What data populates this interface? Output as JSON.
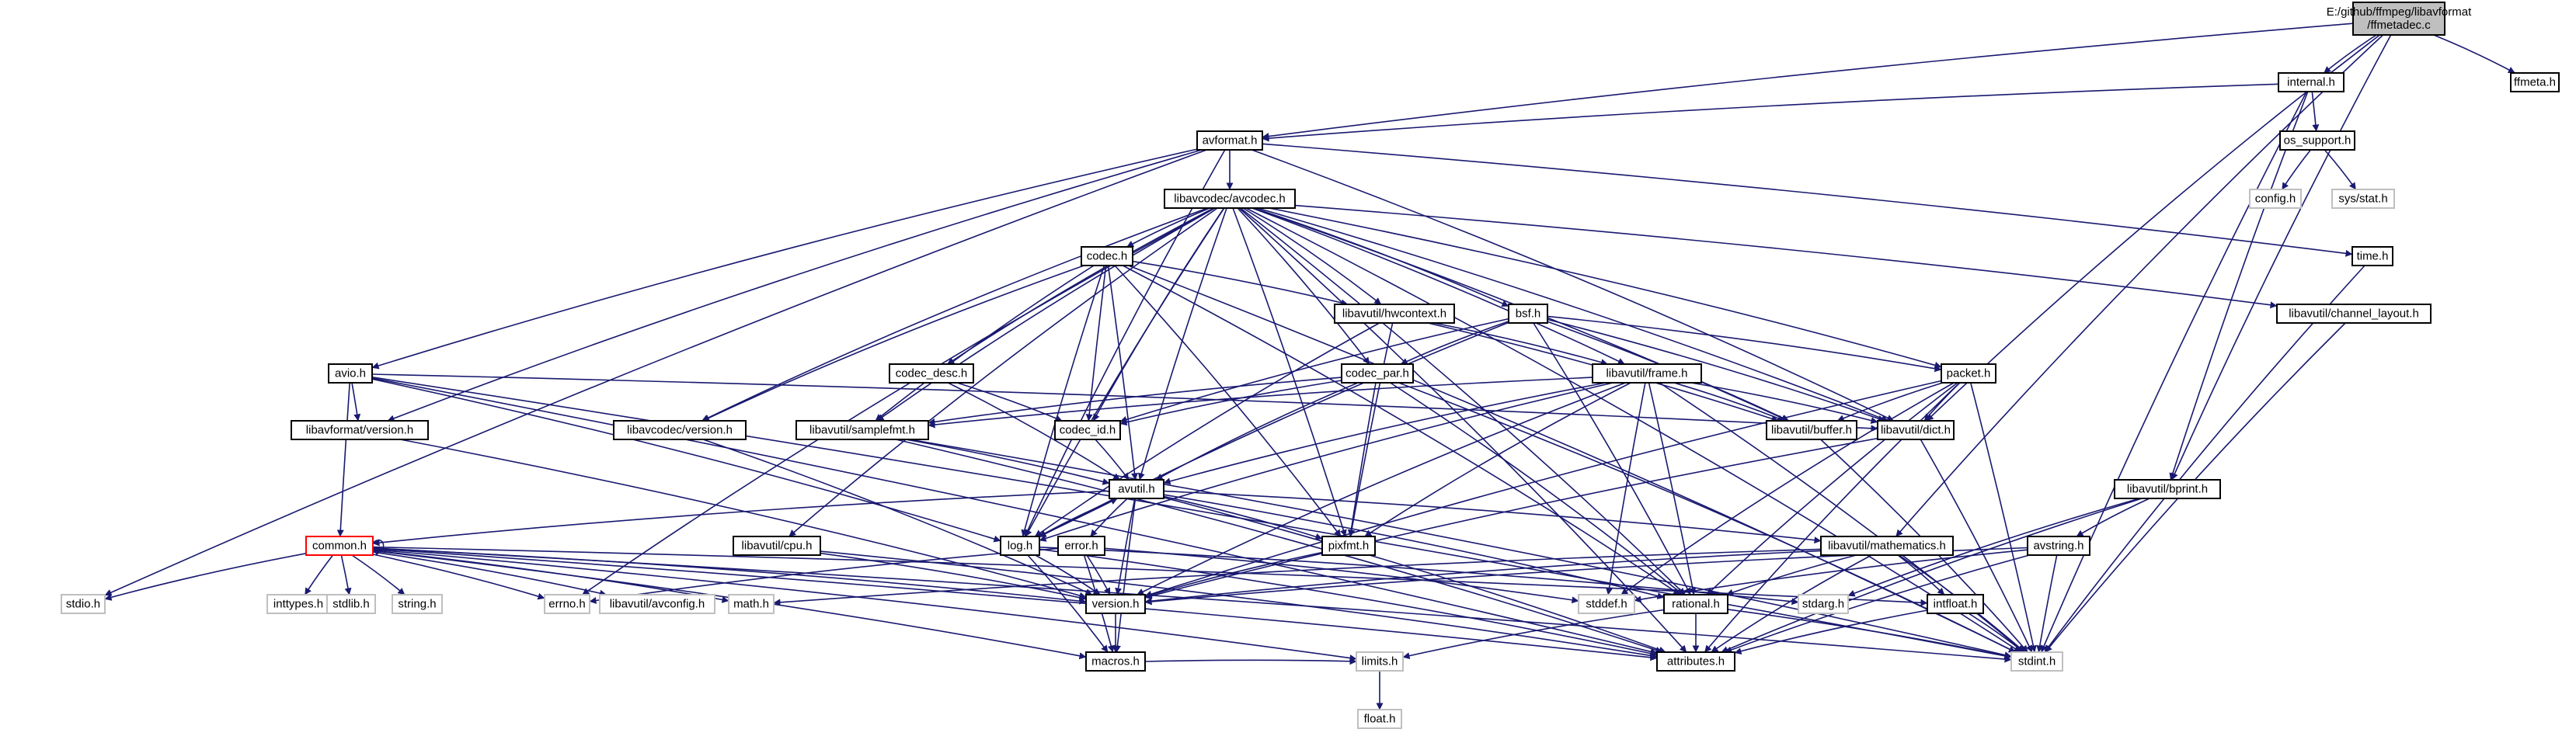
{
  "colors": {
    "edge": "#191970",
    "node_fill": "#ffffff",
    "node_border": "#000000",
    "root_fill": "#bfbfbf",
    "system_border": "#bfbfbf",
    "cycle_border": "#ff0000",
    "text": "#000000"
  },
  "nodes": [
    {
      "id": "root",
      "lines": [
        "E:/github/ffmpeg/libavformat",
        "/ffmetadec.c"
      ],
      "kind": "root"
    },
    {
      "id": "internal",
      "lines": [
        "internal.h"
      ],
      "kind": "normal"
    },
    {
      "id": "ffmeta",
      "lines": [
        "ffmeta.h"
      ],
      "kind": "normal"
    },
    {
      "id": "avformat",
      "lines": [
        "avformat.h"
      ],
      "kind": "normal"
    },
    {
      "id": "os_support",
      "lines": [
        "os_support.h"
      ],
      "kind": "normal"
    },
    {
      "id": "config",
      "lines": [
        "config.h"
      ],
      "kind": "system"
    },
    {
      "id": "sys_stat",
      "lines": [
        "sys/stat.h"
      ],
      "kind": "system"
    },
    {
      "id": "avcodec",
      "lines": [
        "libavcodec/avcodec.h"
      ],
      "kind": "normal"
    },
    {
      "id": "time",
      "lines": [
        "time.h"
      ],
      "kind": "normal"
    },
    {
      "id": "codec",
      "lines": [
        "codec.h"
      ],
      "kind": "normal"
    },
    {
      "id": "channel_layout",
      "lines": [
        "libavutil/channel_layout.h"
      ],
      "kind": "normal"
    },
    {
      "id": "hwcontext",
      "lines": [
        "libavutil/hwcontext.h"
      ],
      "kind": "normal"
    },
    {
      "id": "bsf",
      "lines": [
        "bsf.h"
      ],
      "kind": "normal"
    },
    {
      "id": "avio",
      "lines": [
        "avio.h"
      ],
      "kind": "normal"
    },
    {
      "id": "codec_desc",
      "lines": [
        "codec_desc.h"
      ],
      "kind": "normal"
    },
    {
      "id": "codec_par",
      "lines": [
        "codec_par.h"
      ],
      "kind": "normal"
    },
    {
      "id": "frame",
      "lines": [
        "libavutil/frame.h"
      ],
      "kind": "normal"
    },
    {
      "id": "packet",
      "lines": [
        "packet.h"
      ],
      "kind": "normal"
    },
    {
      "id": "lavf_version",
      "lines": [
        "libavformat/version.h"
      ],
      "kind": "normal"
    },
    {
      "id": "lavc_version",
      "lines": [
        "libavcodec/version.h"
      ],
      "kind": "normal"
    },
    {
      "id": "codec_id",
      "lines": [
        "codec_id.h"
      ],
      "kind": "normal"
    },
    {
      "id": "samplefmt",
      "lines": [
        "libavutil/samplefmt.h"
      ],
      "kind": "normal"
    },
    {
      "id": "buffer",
      "lines": [
        "libavutil/buffer.h"
      ],
      "kind": "normal"
    },
    {
      "id": "dict",
      "lines": [
        "libavutil/dict.h"
      ],
      "kind": "normal"
    },
    {
      "id": "avutil",
      "lines": [
        "avutil.h"
      ],
      "kind": "normal"
    },
    {
      "id": "bprint",
      "lines": [
        "libavutil/bprint.h"
      ],
      "kind": "normal"
    },
    {
      "id": "common",
      "lines": [
        "common.h"
      ],
      "kind": "cycle"
    },
    {
      "id": "cpu",
      "lines": [
        "libavutil/cpu.h"
      ],
      "kind": "normal"
    },
    {
      "id": "log",
      "lines": [
        "log.h"
      ],
      "kind": "normal"
    },
    {
      "id": "error",
      "lines": [
        "error.h"
      ],
      "kind": "normal"
    },
    {
      "id": "pixfmt",
      "lines": [
        "pixfmt.h"
      ],
      "kind": "normal"
    },
    {
      "id": "mathematics",
      "lines": [
        "libavutil/mathematics.h"
      ],
      "kind": "normal"
    },
    {
      "id": "avstring",
      "lines": [
        "avstring.h"
      ],
      "kind": "normal"
    },
    {
      "id": "stdio",
      "lines": [
        "stdio.h"
      ],
      "kind": "system"
    },
    {
      "id": "inttypes",
      "lines": [
        "inttypes.h"
      ],
      "kind": "system"
    },
    {
      "id": "stdlib",
      "lines": [
        "stdlib.h"
      ],
      "kind": "system"
    },
    {
      "id": "string",
      "lines": [
        "string.h"
      ],
      "kind": "system"
    },
    {
      "id": "errno",
      "lines": [
        "errno.h"
      ],
      "kind": "system"
    },
    {
      "id": "avconfig",
      "lines": [
        "libavutil/avconfig.h"
      ],
      "kind": "system"
    },
    {
      "id": "math",
      "lines": [
        "math.h"
      ],
      "kind": "system"
    },
    {
      "id": "version",
      "lines": [
        "version.h"
      ],
      "kind": "normal"
    },
    {
      "id": "stddef",
      "lines": [
        "stddef.h"
      ],
      "kind": "system"
    },
    {
      "id": "rational",
      "lines": [
        "rational.h"
      ],
      "kind": "normal"
    },
    {
      "id": "stdarg",
      "lines": [
        "stdarg.h"
      ],
      "kind": "system"
    },
    {
      "id": "intfloat",
      "lines": [
        "intfloat.h"
      ],
      "kind": "normal"
    },
    {
      "id": "stdint",
      "lines": [
        "stdint.h"
      ],
      "kind": "system"
    },
    {
      "id": "macros",
      "lines": [
        "macros.h"
      ],
      "kind": "normal"
    },
    {
      "id": "limits",
      "lines": [
        "limits.h"
      ],
      "kind": "system"
    },
    {
      "id": "attributes",
      "lines": [
        "attributes.h"
      ],
      "kind": "normal"
    },
    {
      "id": "float",
      "lines": [
        "float.h"
      ],
      "kind": "system"
    }
  ],
  "edges": [
    [
      "root",
      "internal"
    ],
    [
      "root",
      "ffmeta"
    ],
    [
      "root",
      "avformat"
    ],
    [
      "root",
      "dict"
    ],
    [
      "root",
      "bprint"
    ],
    [
      "root",
      "mathematics"
    ],
    [
      "internal",
      "avformat"
    ],
    [
      "internal",
      "os_support"
    ],
    [
      "internal",
      "bprint"
    ],
    [
      "internal",
      "stdint"
    ],
    [
      "os_support",
      "config"
    ],
    [
      "os_support",
      "sys_stat"
    ],
    [
      "avformat",
      "avcodec"
    ],
    [
      "avformat",
      "time"
    ],
    [
      "avformat",
      "stdio"
    ],
    [
      "avformat",
      "avio"
    ],
    [
      "avformat",
      "lavf_version"
    ],
    [
      "avformat",
      "dict"
    ],
    [
      "avformat",
      "log"
    ],
    [
      "avcodec",
      "codec"
    ],
    [
      "avcodec",
      "channel_layout"
    ],
    [
      "avcodec",
      "hwcontext"
    ],
    [
      "avcodec",
      "bsf"
    ],
    [
      "avcodec",
      "codec_desc"
    ],
    [
      "avcodec",
      "codec_par"
    ],
    [
      "avcodec",
      "frame"
    ],
    [
      "avcodec",
      "packet"
    ],
    [
      "avcodec",
      "lavc_version"
    ],
    [
      "avcodec",
      "codec_id"
    ],
    [
      "avcodec",
      "samplefmt"
    ],
    [
      "avcodec",
      "buffer"
    ],
    [
      "avcodec",
      "dict"
    ],
    [
      "avcodec",
      "avutil"
    ],
    [
      "avcodec",
      "cpu"
    ],
    [
      "avcodec",
      "log"
    ],
    [
      "avcodec",
      "pixfmt"
    ],
    [
      "avcodec",
      "rational"
    ],
    [
      "avcodec",
      "errno"
    ],
    [
      "avcodec",
      "attributes"
    ],
    [
      "avcodec",
      "stdint"
    ],
    [
      "codec",
      "hwcontext"
    ],
    [
      "codec",
      "lavc_version"
    ],
    [
      "codec",
      "codec_id"
    ],
    [
      "codec",
      "samplefmt"
    ],
    [
      "codec",
      "avutil"
    ],
    [
      "codec",
      "log"
    ],
    [
      "codec",
      "pixfmt"
    ],
    [
      "codec",
      "rational"
    ],
    [
      "codec",
      "stdint"
    ],
    [
      "hwcontext",
      "buffer"
    ],
    [
      "hwcontext",
      "frame"
    ],
    [
      "hwcontext",
      "pixfmt"
    ],
    [
      "hwcontext",
      "log"
    ],
    [
      "bsf",
      "codec_id"
    ],
    [
      "bsf",
      "codec_par"
    ],
    [
      "bsf",
      "packet"
    ],
    [
      "bsf",
      "dict"
    ],
    [
      "bsf",
      "log"
    ],
    [
      "bsf",
      "rational"
    ],
    [
      "bsf",
      "buffer"
    ],
    [
      "codec_desc",
      "codec_id"
    ],
    [
      "codec_desc",
      "avutil"
    ],
    [
      "codec_par",
      "codec_id"
    ],
    [
      "codec_par",
      "avutil"
    ],
    [
      "codec_par",
      "pixfmt"
    ],
    [
      "codec_par",
      "rational"
    ],
    [
      "codec_par",
      "stdint"
    ],
    [
      "codec_par",
      "samplefmt"
    ],
    [
      "frame",
      "avutil"
    ],
    [
      "frame",
      "buffer"
    ],
    [
      "frame",
      "dict"
    ],
    [
      "frame",
      "samplefmt"
    ],
    [
      "frame",
      "rational"
    ],
    [
      "frame",
      "pixfmt"
    ],
    [
      "frame",
      "log"
    ],
    [
      "frame",
      "version"
    ],
    [
      "frame",
      "stddef"
    ],
    [
      "frame",
      "stdint"
    ],
    [
      "packet",
      "buffer"
    ],
    [
      "packet",
      "dict"
    ],
    [
      "packet",
      "attributes"
    ],
    [
      "packet",
      "rational"
    ],
    [
      "packet",
      "stdint"
    ],
    [
      "packet",
      "stddef"
    ],
    [
      "packet",
      "version"
    ],
    [
      "avio",
      "lavf_version"
    ],
    [
      "avio",
      "common"
    ],
    [
      "avio",
      "dict"
    ],
    [
      "avio",
      "log"
    ],
    [
      "avio",
      "attributes"
    ],
    [
      "avio",
      "stdint"
    ],
    [
      "lavf_version",
      "version"
    ],
    [
      "lavc_version",
      "version"
    ],
    [
      "codec_id",
      "avutil"
    ],
    [
      "samplefmt",
      "avutil"
    ],
    [
      "samplefmt",
      "attributes"
    ],
    [
      "samplefmt",
      "stdint"
    ],
    [
      "dict",
      "stdint"
    ],
    [
      "dict",
      "version"
    ],
    [
      "buffer",
      "stdint"
    ],
    [
      "avutil",
      "common"
    ],
    [
      "avutil",
      "error"
    ],
    [
      "avutil",
      "macros"
    ],
    [
      "avutil",
      "version"
    ],
    [
      "avutil",
      "mathematics"
    ],
    [
      "avutil",
      "rational"
    ],
    [
      "avutil",
      "log"
    ],
    [
      "avutil",
      "pixfmt"
    ],
    [
      "avutil",
      "attributes"
    ],
    [
      "common",
      "common"
    ],
    [
      "common",
      "stdio"
    ],
    [
      "common",
      "inttypes"
    ],
    [
      "common",
      "stdlib"
    ],
    [
      "common",
      "string"
    ],
    [
      "common",
      "errno"
    ],
    [
      "common",
      "avconfig"
    ],
    [
      "common",
      "math"
    ],
    [
      "common",
      "version"
    ],
    [
      "common",
      "attributes"
    ],
    [
      "common",
      "macros"
    ],
    [
      "common",
      "limits"
    ],
    [
      "common",
      "stdint"
    ],
    [
      "common",
      "intfloat"
    ],
    [
      "cpu",
      "version"
    ],
    [
      "cpu",
      "attributes"
    ],
    [
      "log",
      "avutil"
    ],
    [
      "log",
      "attributes"
    ],
    [
      "log",
      "version"
    ],
    [
      "log",
      "macros"
    ],
    [
      "log",
      "stdarg"
    ],
    [
      "error",
      "errno"
    ],
    [
      "error",
      "stddef"
    ],
    [
      "error",
      "version"
    ],
    [
      "error",
      "macros"
    ],
    [
      "pixfmt",
      "version"
    ],
    [
      "mathematics",
      "rational"
    ],
    [
      "mathematics",
      "intfloat"
    ],
    [
      "mathematics",
      "attributes"
    ],
    [
      "mathematics",
      "version"
    ],
    [
      "mathematics",
      "stdint"
    ],
    [
      "mathematics",
      "math"
    ],
    [
      "bprint",
      "avstring"
    ],
    [
      "bprint",
      "attributes"
    ],
    [
      "bprint",
      "stdarg"
    ],
    [
      "avstring",
      "attributes"
    ],
    [
      "avstring",
      "stddef"
    ],
    [
      "avstring",
      "stdint"
    ],
    [
      "avstring",
      "version"
    ],
    [
      "rational",
      "attributes"
    ],
    [
      "rational",
      "limits"
    ],
    [
      "rational",
      "stdint"
    ],
    [
      "intfloat",
      "attributes"
    ],
    [
      "intfloat",
      "stdint"
    ],
    [
      "macros",
      "limits"
    ],
    [
      "limits",
      "float"
    ],
    [
      "version",
      "macros"
    ],
    [
      "channel_layout",
      "stdint"
    ],
    [
      "time",
      "stdint"
    ]
  ]
}
